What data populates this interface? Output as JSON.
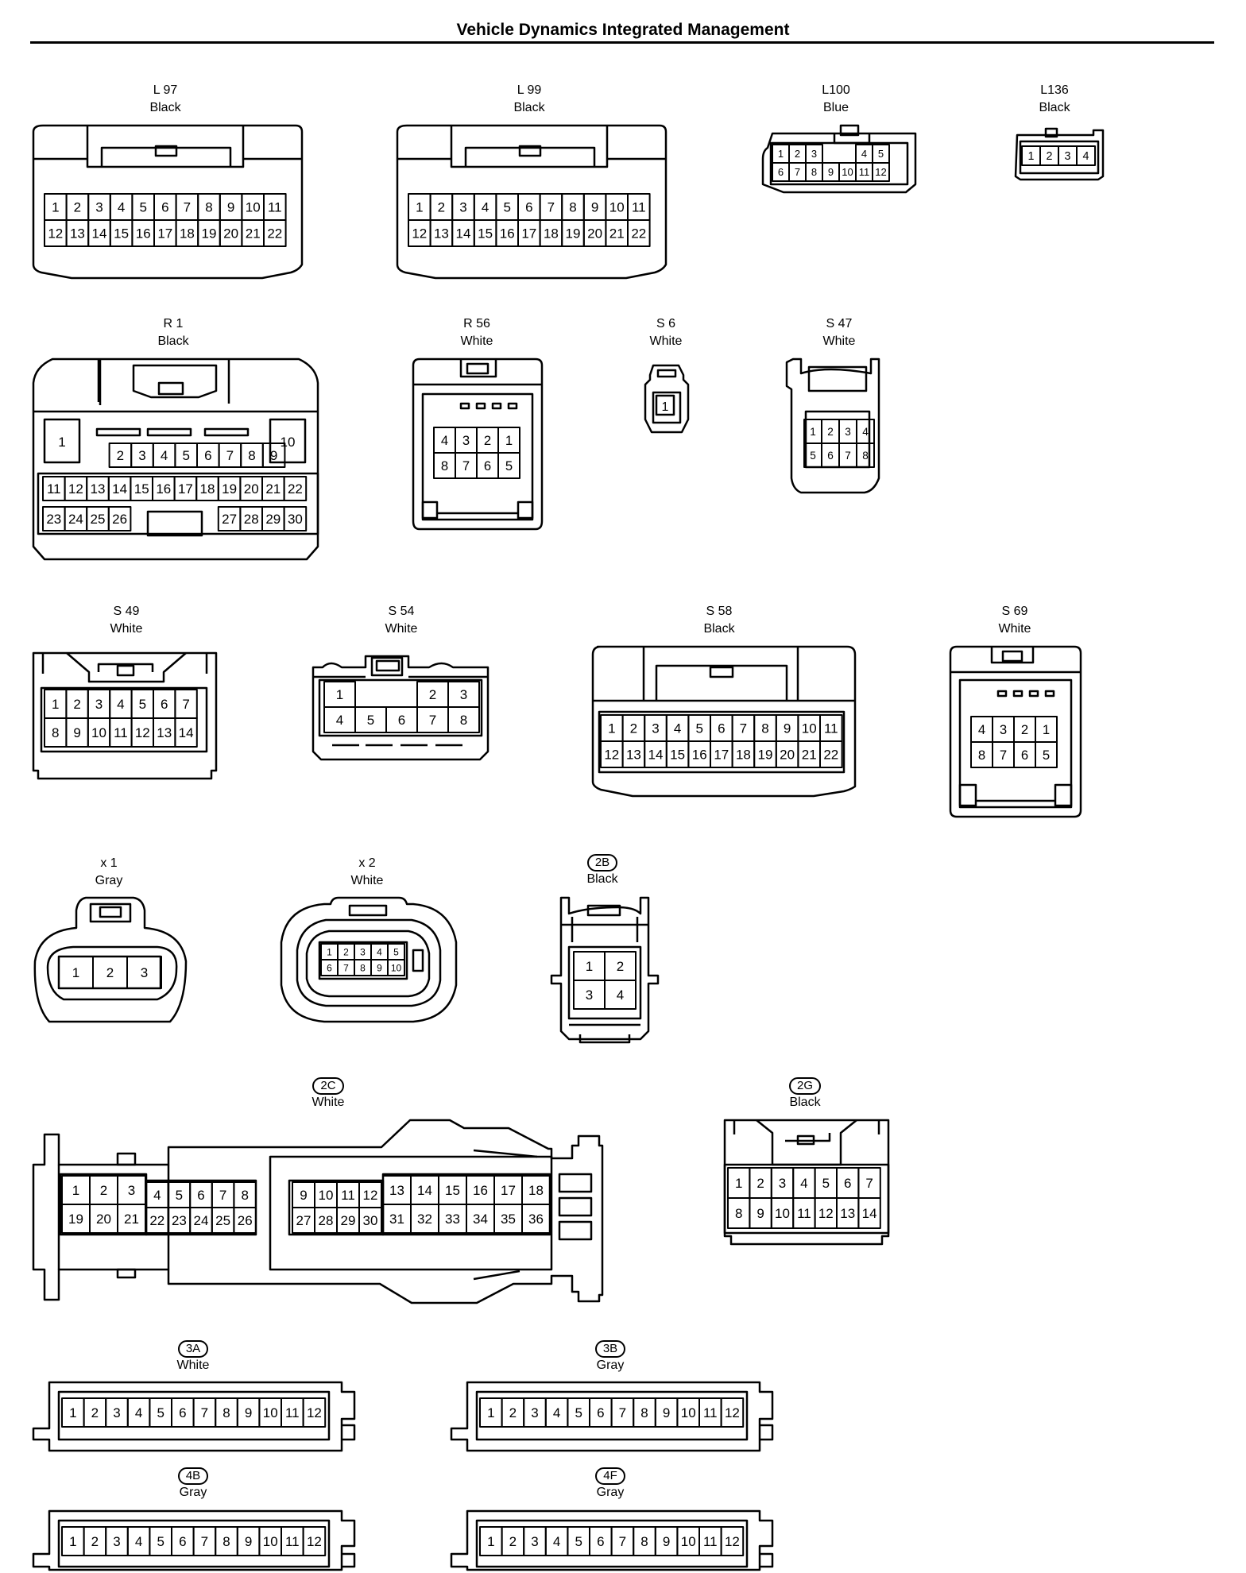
{
  "title": "Vehicle Dynamics Integrated Management",
  "connectors": [
    {
      "id": "L97",
      "code": "L 97",
      "color": "Black"
    },
    {
      "id": "L99",
      "code": "L 99",
      "color": "Black"
    },
    {
      "id": "L100",
      "code": "L100",
      "color": "Blue"
    },
    {
      "id": "L136",
      "code": "L136",
      "color": "Black"
    },
    {
      "id": "R1",
      "code": "R 1",
      "color": "Black"
    },
    {
      "id": "R56",
      "code": "R 56",
      "color": "White"
    },
    {
      "id": "S6",
      "code": "S 6",
      "color": "White"
    },
    {
      "id": "S47",
      "code": "S 47",
      "color": "White"
    },
    {
      "id": "S49",
      "code": "S 49",
      "color": "White"
    },
    {
      "id": "S54",
      "code": "S 54",
      "color": "White"
    },
    {
      "id": "S58",
      "code": "S 58",
      "color": "Black"
    },
    {
      "id": "S69",
      "code": "S 69",
      "color": "White"
    },
    {
      "id": "x1",
      "code": "x 1",
      "color": "Gray"
    },
    {
      "id": "x2",
      "code": "x 2",
      "color": "White"
    },
    {
      "id": "c2B",
      "code": "2B",
      "color": "Black",
      "oval": true
    },
    {
      "id": "c2C",
      "code": "2C",
      "color": "White",
      "oval": true
    },
    {
      "id": "c2G",
      "code": "2G",
      "color": "Black",
      "oval": true
    },
    {
      "id": "c3A",
      "code": "3A",
      "color": "White",
      "oval": true
    },
    {
      "id": "c3B",
      "code": "3B",
      "color": "Gray",
      "oval": true
    },
    {
      "id": "c4B",
      "code": "4B",
      "color": "Gray",
      "oval": true
    },
    {
      "id": "c4F",
      "code": "4F",
      "color": "Gray",
      "oval": true
    }
  ]
}
